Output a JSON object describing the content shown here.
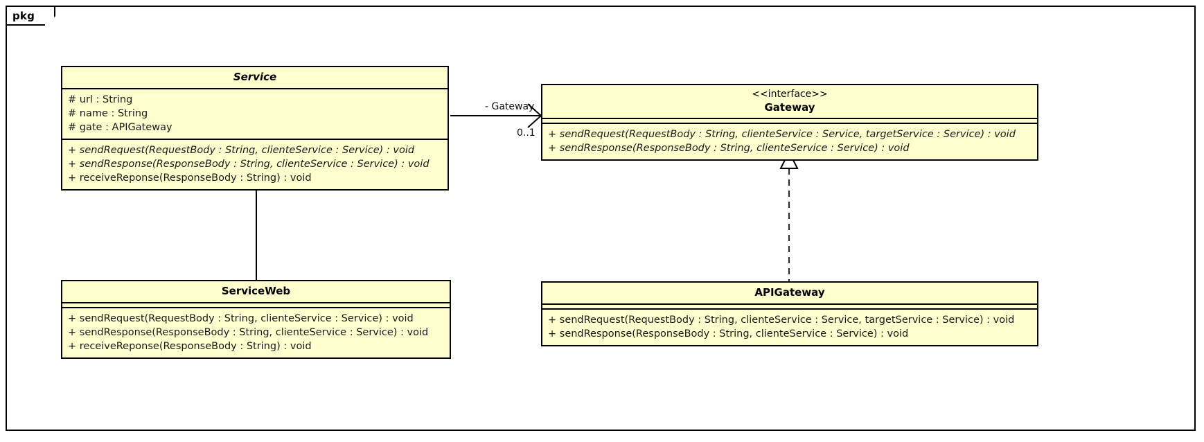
{
  "diagram": {
    "type": "uml-class-diagram",
    "package_label": "pkg",
    "background": "#ffffff",
    "class_fill": "#FEFECE",
    "class_border": "#000000"
  },
  "classes": {
    "service": {
      "name": "Service",
      "is_abstract": true,
      "stereotype": "",
      "attributes": [
        "# url : String",
        "# name : String",
        "# gate : APIGateway"
      ],
      "methods": [
        "+ sendRequest(RequestBody : String, clienteService : Service) : void",
        "+ sendResponse(ResponseBody : String, clienteService : Service) : void",
        "+ receiveReponse(ResponseBody : String) : void"
      ]
    },
    "gateway": {
      "name": "Gateway",
      "is_abstract": false,
      "stereotype": "<<interface>>",
      "attributes": [],
      "methods": [
        "+ sendRequest(RequestBody : String, clienteService : Service, targetService : Service) : void",
        "+ sendResponse(ResponseBody : String, clienteService : Service) : void"
      ]
    },
    "serviceweb": {
      "name": "ServiceWeb",
      "is_abstract": false,
      "stereotype": "",
      "attributes": [],
      "methods": [
        "+ sendRequest(RequestBody : String, clienteService : Service) : void",
        "+ sendResponse(ResponseBody : String, clienteService : Service) : void",
        "+ receiveReponse(ResponseBody : String) : void"
      ]
    },
    "apigateway": {
      "name": "APIGateway",
      "is_abstract": false,
      "stereotype": "",
      "attributes": [],
      "methods": [
        "+ sendRequest(RequestBody : String, clienteService : Service, targetService : Service) : void",
        "+ sendResponse(ResponseBody : String, clienteService : Service) : void"
      ]
    }
  },
  "relationships": {
    "service_gateway": {
      "kind": "association",
      "role_label": "- Gateway",
      "multiplicity_label": "0..1"
    },
    "serviceweb_service": {
      "kind": "generalization"
    },
    "apigateway_gateway": {
      "kind": "realization"
    }
  }
}
